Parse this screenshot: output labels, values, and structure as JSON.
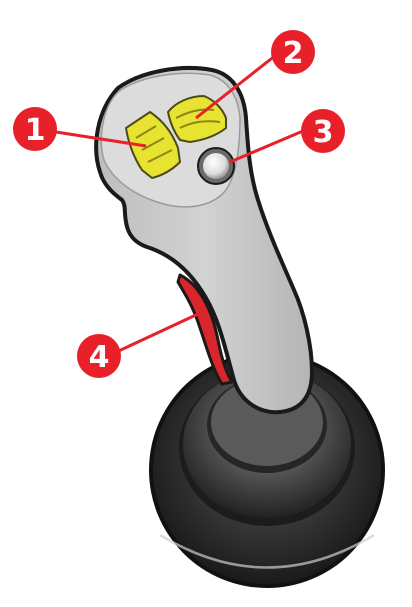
{
  "diagram": {
    "callouts": [
      {
        "id": "1",
        "label": "1",
        "part": "left-rocker-switch"
      },
      {
        "id": "2",
        "label": "2",
        "part": "right-rocker-switch"
      },
      {
        "id": "3",
        "label": "3",
        "part": "push-button"
      },
      {
        "id": "4",
        "label": "4",
        "part": "trigger"
      }
    ],
    "colors": {
      "callout": "#e8202a",
      "handle": "#cbcbcb",
      "handle_highlight": "#dcdcdc",
      "switch": "#e8e231",
      "trigger": "#d9262c",
      "boot": "#2b2b2b"
    }
  }
}
